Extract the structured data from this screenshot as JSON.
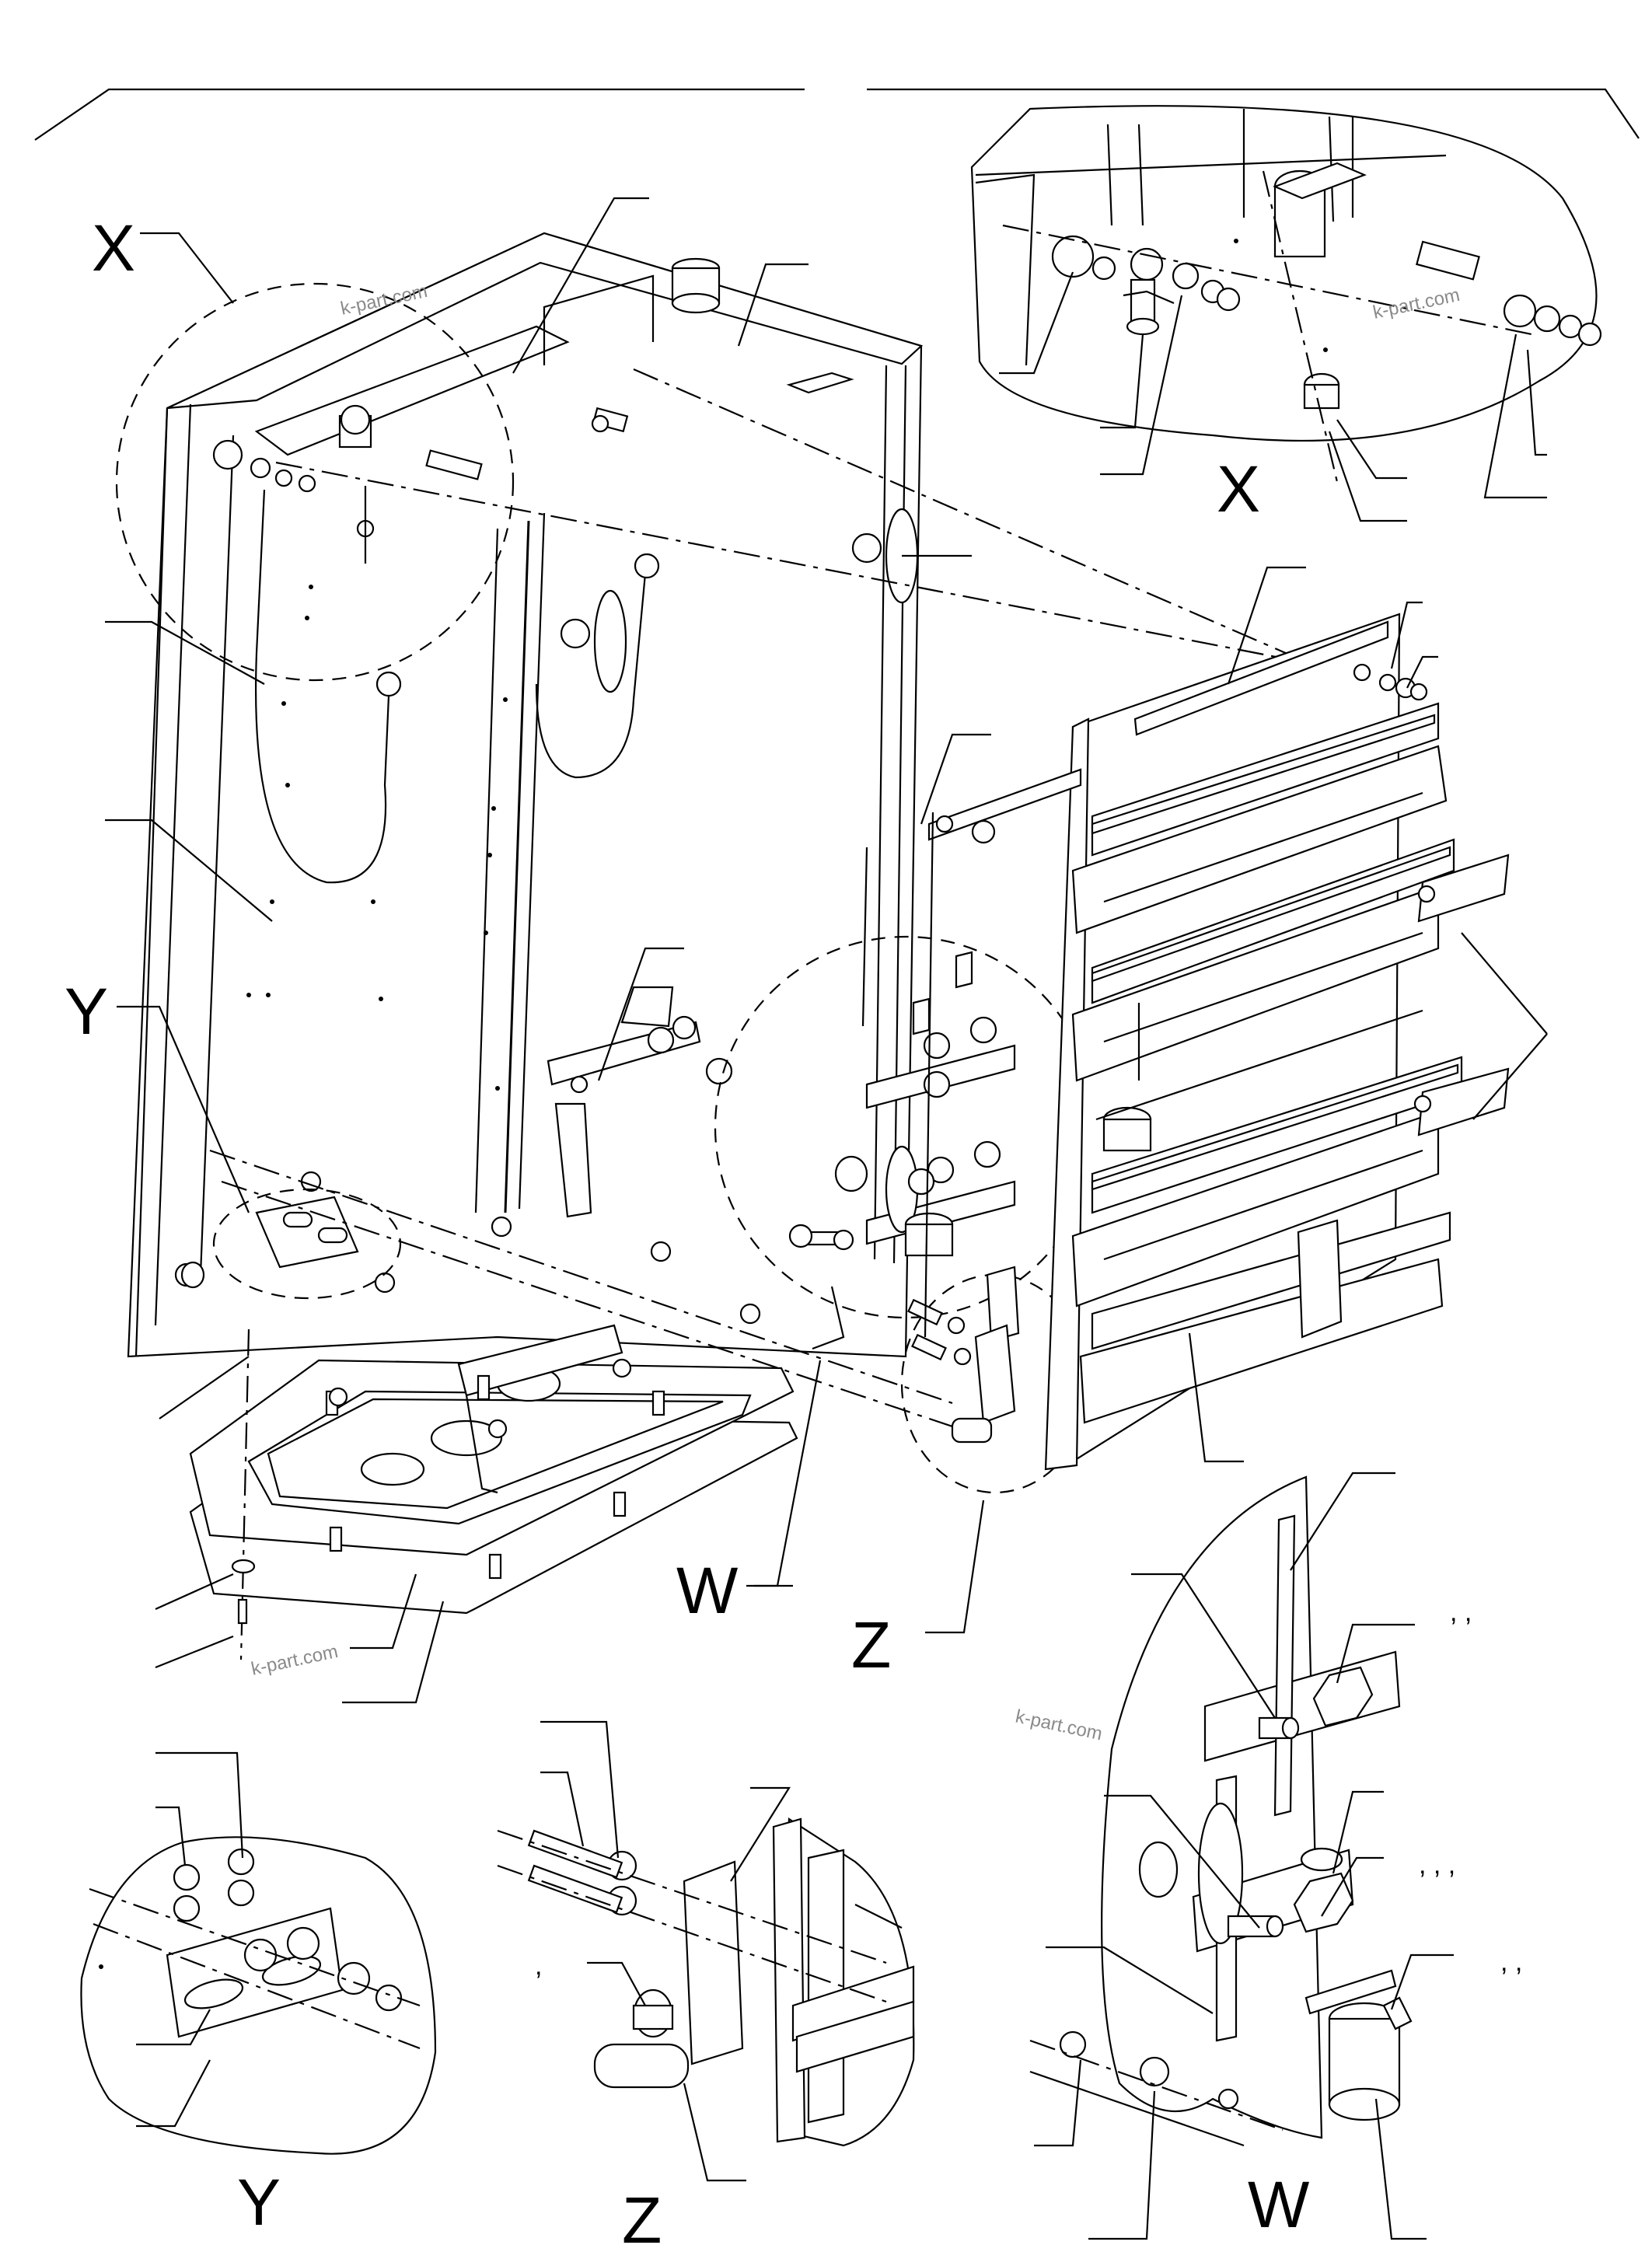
{
  "watermark": "k-part.com",
  "views": {
    "x_main": "X",
    "y_main": "Y",
    "w_main": "W",
    "z_main": "Z",
    "x_detail": "X",
    "y_detail": "Y",
    "z_detail": "Z",
    "w_detail": "W"
  },
  "callout_separators": {
    "w_row1": ",   ,",
    "w_row2": ",   ,   ,",
    "w_row3": ",   ,",
    "z_row": ","
  }
}
